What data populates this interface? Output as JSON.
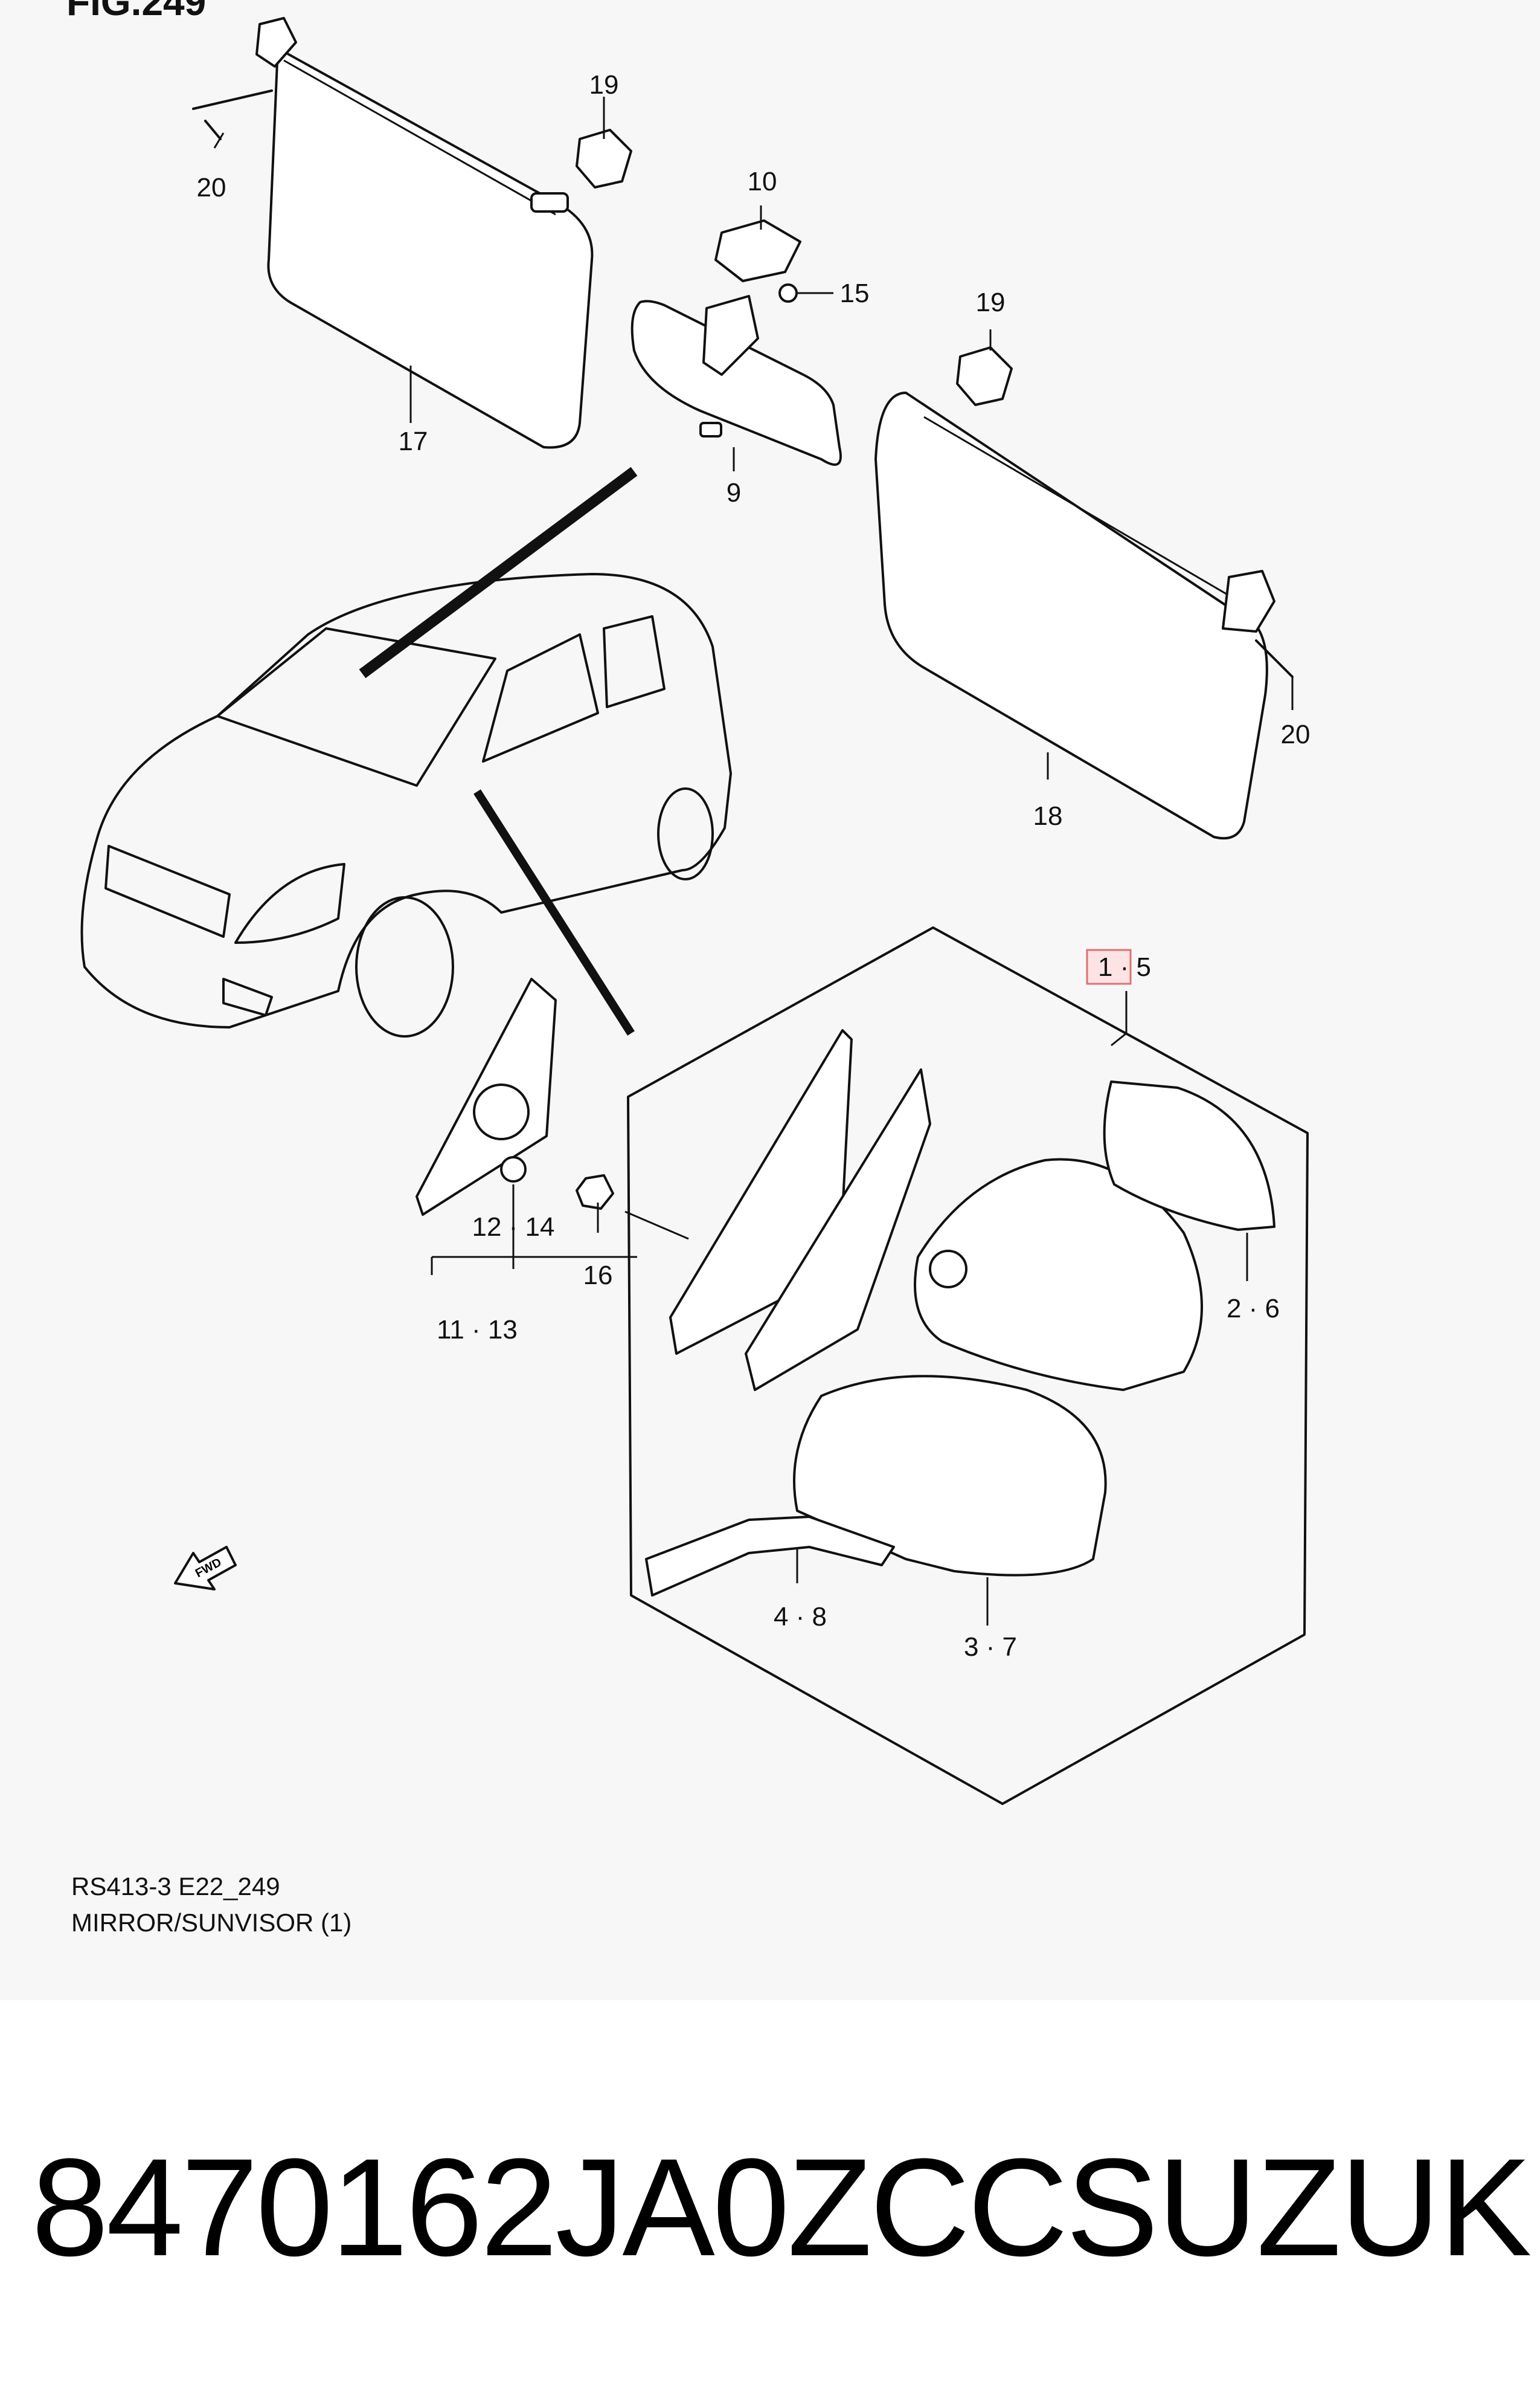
{
  "figure": {
    "title": "FIG.249",
    "code": "RS413-3 E22_249",
    "name": "MIRROR/SUNVISOR (1)"
  },
  "callouts": {
    "c20a": "20",
    "c19a": "19",
    "c17": "17",
    "c10": "10",
    "c15": "15",
    "c9": "9",
    "c19b": "19",
    "c20b": "20",
    "c18": "18",
    "c1_5": "1 · 5",
    "c2_6": "2 · 6",
    "c12_14": "12 · 14",
    "c16": "16",
    "c11_13": "11 · 13",
    "c4_8": "4 · 8",
    "c3_7": "3 · 7"
  },
  "fwd_label": "FWD",
  "highlight_color": "#e07070",
  "footer": {
    "part_number": "8470162JA0ZCC",
    "brand": "SUZUKI"
  }
}
